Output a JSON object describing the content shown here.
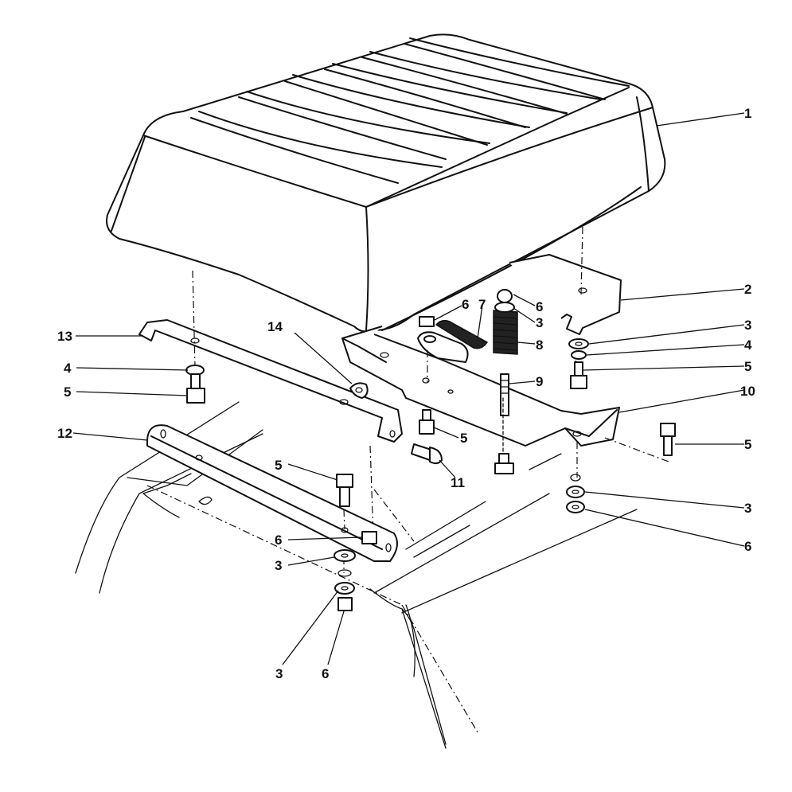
{
  "callouts": [
    {
      "id": "c1",
      "text": "1"
    },
    {
      "id": "c2",
      "text": "2"
    },
    {
      "id": "c3a",
      "text": "3"
    },
    {
      "id": "c4a",
      "text": "4"
    },
    {
      "id": "c5a",
      "text": "5"
    },
    {
      "id": "c10",
      "text": "10"
    },
    {
      "id": "c5b",
      "text": "5"
    },
    {
      "id": "c3b",
      "text": "3"
    },
    {
      "id": "c6a",
      "text": "6"
    },
    {
      "id": "c6b",
      "text": "6"
    },
    {
      "id": "c6c",
      "text": "6"
    },
    {
      "id": "c7",
      "text": "7"
    },
    {
      "id": "c3c",
      "text": "3"
    },
    {
      "id": "c8",
      "text": "8"
    },
    {
      "id": "c9",
      "text": "9"
    },
    {
      "id": "c5c",
      "text": "5"
    },
    {
      "id": "c11",
      "text": "11"
    },
    {
      "id": "c13",
      "text": "13"
    },
    {
      "id": "c14",
      "text": "14"
    },
    {
      "id": "c4b",
      "text": "4"
    },
    {
      "id": "c5d",
      "text": "5"
    },
    {
      "id": "c12",
      "text": "12"
    },
    {
      "id": "c5e",
      "text": "5"
    },
    {
      "id": "c6d",
      "text": "6"
    },
    {
      "id": "c3d",
      "text": "3"
    },
    {
      "id": "c3e",
      "text": "3"
    },
    {
      "id": "c6e",
      "text": "6"
    }
  ]
}
